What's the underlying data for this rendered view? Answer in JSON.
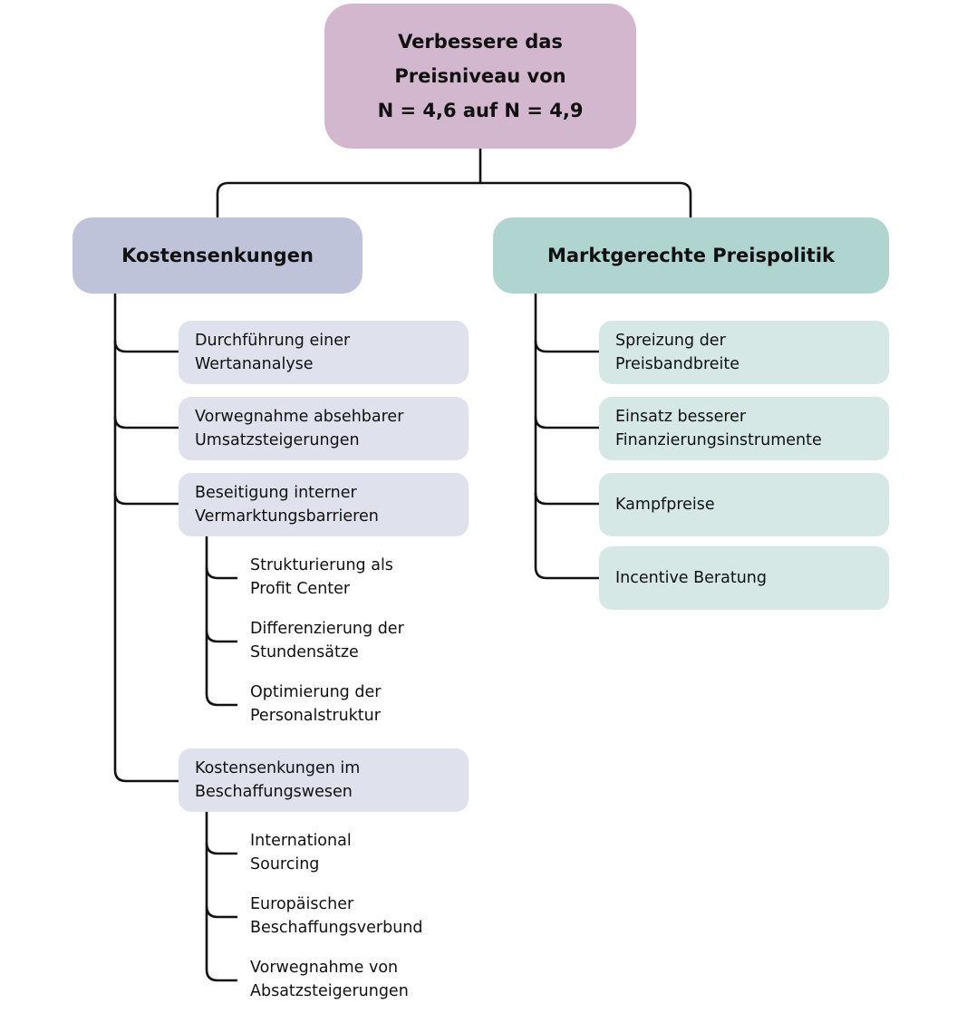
{
  "root": {
    "lines": [
      "Verbessere das",
      "Preisniveau von",
      "N = 4,6 auf N = 4,9"
    ],
    "color": "#d3b7cf"
  },
  "branches": [
    {
      "label": "Kostensenkungen",
      "color": "#bec3d9",
      "item_color": "#dfe1ed",
      "items": [
        {
          "label": "Durchführung einer\nWertananalyse"
        },
        {
          "label": "Vorwegnahme absehbarer\nUmsatzsteigerungen"
        },
        {
          "label": "Beseitigung interner\nVermarktungsbarrieren",
          "children": [
            {
              "label": "Strukturierung als\nProfit Center"
            },
            {
              "label": "Differenzierung der\nStundensätze"
            },
            {
              "label": "Optimierung der\nPersonalstruktur"
            }
          ]
        },
        {
          "label": "Kostensenkungen im\nBeschaffungswesen",
          "children": [
            {
              "label": "International\nSourcing"
            },
            {
              "label": "Europäischer\nBeschaffungsverbund"
            },
            {
              "label": "Vorwegnahme von\nAbsatzsteigerungen"
            }
          ]
        }
      ]
    },
    {
      "label": "Marktgerechte Preispolitik",
      "color": "#b0d4d0",
      "item_color": "#d6e8e5",
      "items": [
        {
          "label": "Spreizung der\nPreisbandbreite"
        },
        {
          "label": "Einsatz besserer\nFinanzierungsinstrumente"
        },
        {
          "label": "Kampfpreise"
        },
        {
          "label": "Incentive Beratung"
        }
      ]
    }
  ]
}
